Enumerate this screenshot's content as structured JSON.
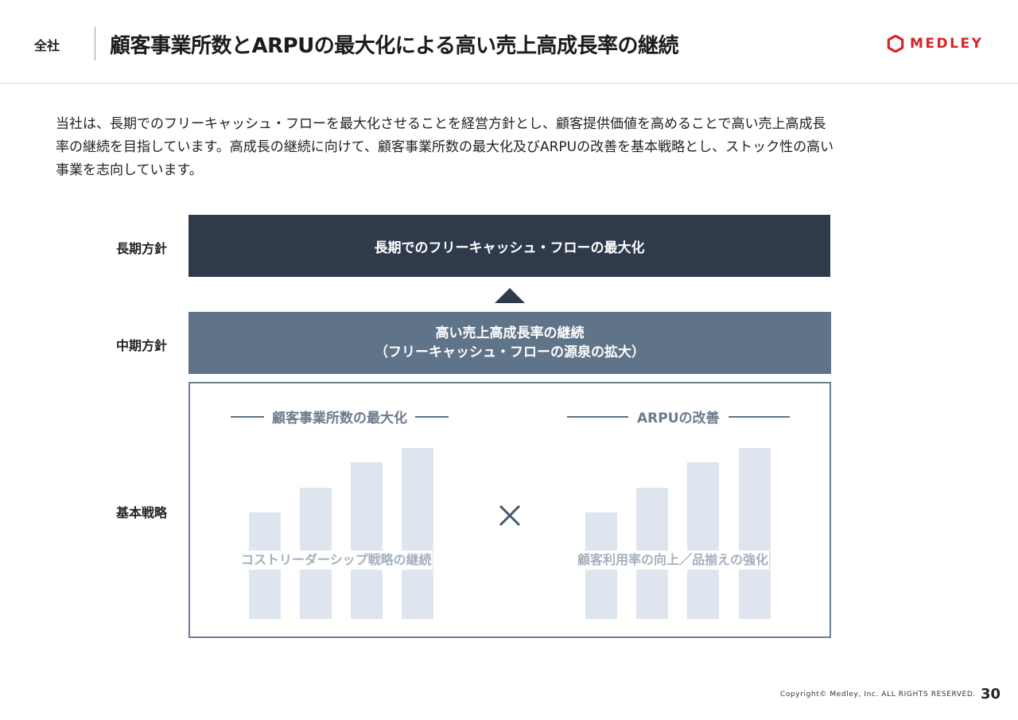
{
  "header": {
    "section": "全社",
    "title": "顧客事業所数とARPUの最大化による高い売上高成長率の継続",
    "logo_text": "MEDLEY",
    "brand_color": "#d8232a"
  },
  "intro": {
    "lines": [
      "当社は、長期でのフリーキャッシュ・フローを最大化させることを経営方針とし、顧客提供価値を高めることで高い売上高成長",
      "率の継続を目指しています。高成長の継続に向けて、顧客事業所数の最大化及びARPUの改善を基本戦略とし、ストック性の高い",
      "事業を志向しています。"
    ]
  },
  "diagram": {
    "long_term": {
      "label": "長期方針",
      "text": "長期でのフリーキャッシュ・フローの最大化"
    },
    "mid_term": {
      "label": "中期方針",
      "line1": "高い売上高成長率の継続",
      "line2": "（フリーキャッシュ・フローの源泉の拡大）"
    },
    "basic": {
      "label": "基本戦略",
      "left": {
        "heading": "顧客事業所数の最大化",
        "caption": "コストリーダーシップ戦略の継続"
      },
      "right": {
        "heading": "ARPUの改善",
        "caption": "顧客利用率の向上／品揃えの強化"
      },
      "operator": "×"
    },
    "colors": {
      "long_box": "#2f3a4b",
      "mid_box": "#5f7389",
      "bar": "#dfe5ee"
    }
  },
  "footer": {
    "copyright": "Copyright© Medley, Inc. ALL RIGHTS RESERVED.",
    "page": "30"
  }
}
